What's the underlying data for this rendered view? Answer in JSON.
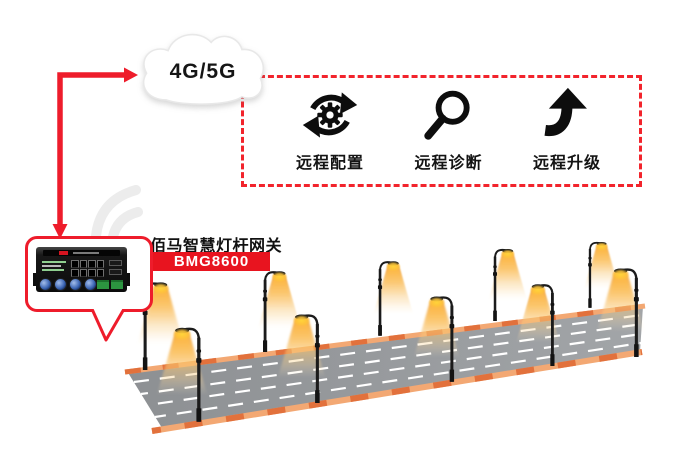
{
  "cloud": {
    "label": "4G/5G"
  },
  "features": {
    "items": [
      {
        "label": "远程配置",
        "icon": "sync-gear-icon"
      },
      {
        "label": "远程诊断",
        "icon": "magnifier-icon"
      },
      {
        "label": "远程升级",
        "icon": "upgrade-arrow-icon"
      }
    ]
  },
  "gateway": {
    "title": "佰马智慧灯杆网关",
    "model": "BMG8600"
  },
  "scene": {
    "street_light_count": 10
  },
  "colors": {
    "accent_red": "#ee1c2b",
    "dashed_box_red": "#f2242c",
    "banner_red": "#e8141f",
    "cone_yellow": "#f6b04a",
    "road_gray": "#95989b",
    "road_edge_orange": "#f3a873",
    "road_edge_dash_orange": "#e2713c"
  }
}
